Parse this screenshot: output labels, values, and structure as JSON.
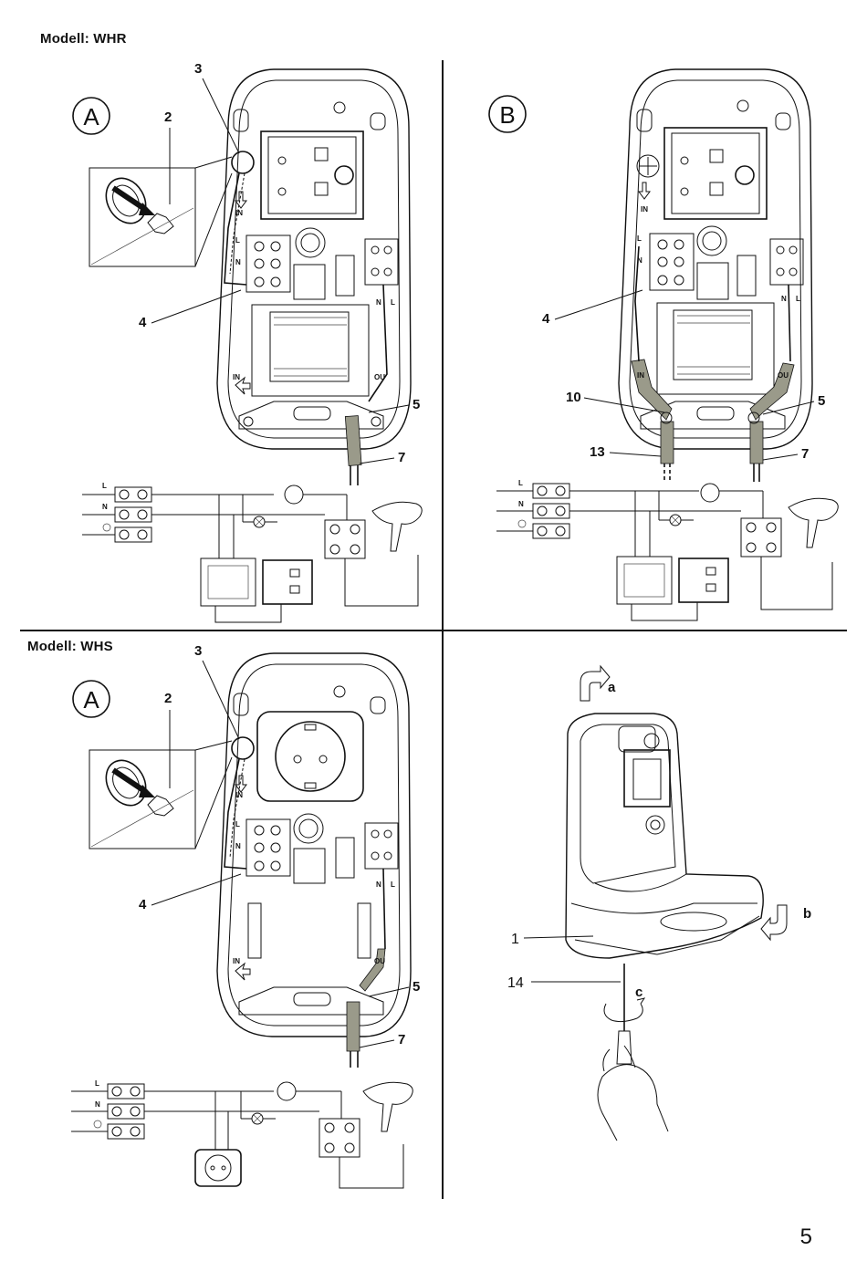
{
  "models": {
    "whr_label": "Modell: WHR",
    "whs_label": "Modell: WHS"
  },
  "panels": {
    "top_left": {
      "badge": "A",
      "callouts": {
        "c3": "3",
        "c2": "2",
        "c4": "4",
        "c5": "5",
        "c7": "7"
      },
      "terminal_labels": {
        "L": "L",
        "N": "N",
        "IN": "IN",
        "OUT": "OU"
      }
    },
    "top_right": {
      "badge": "B",
      "callouts": {
        "c4": "4",
        "c10": "10",
        "c13": "13",
        "c5": "5",
        "c7": "7"
      },
      "terminal_labels": {
        "L": "L",
        "N": "N",
        "IN": "IN",
        "OUT": "OU"
      }
    },
    "bottom_left": {
      "badge": "A",
      "callouts": {
        "c3": "3",
        "c2": "2",
        "c4": "4",
        "c5": "5",
        "c7": "7"
      },
      "terminal_labels": {
        "L": "L",
        "N": "N",
        "IN": "IN",
        "OUT": "OU"
      }
    },
    "bottom_right": {
      "callouts": {
        "a": "a",
        "b": "b",
        "c": "c",
        "c1": "1",
        "c14": "14"
      }
    }
  },
  "wiring": {
    "L": "L",
    "N": "N"
  },
  "page_number": "5"
}
